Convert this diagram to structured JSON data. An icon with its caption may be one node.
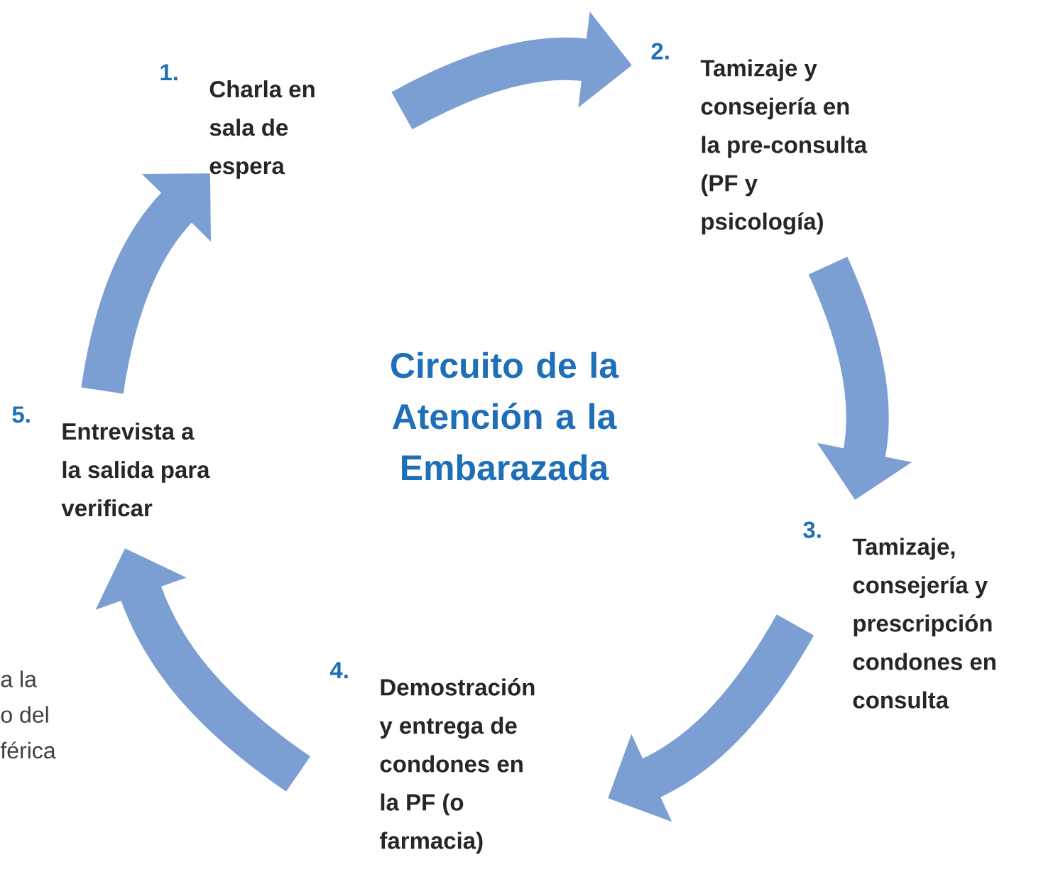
{
  "diagram": {
    "title": "Circuito de la Atención a la Embarazada",
    "nodes": [
      {
        "text": [
          "1.",
          "Charla en sala de espera"
        ]
      },
      {
        "text": [
          "2.",
          "Tamizaje y consejería en la pre-consulta (PF y psicología)"
        ]
      },
      {
        "text": [
          "3.",
          "Tamizaje, consejería y prescripción condones en consulta"
        ]
      },
      {
        "text": [
          "4.",
          "Demostración y entrega de condones en la PF (o farmacia)"
        ]
      },
      {
        "text": [
          "5.",
          "Entrevista a la salida para verificar"
        ]
      }
    ],
    "edges": [
      {
        "from": 0,
        "to": 1,
        "arrow": "to"
      },
      {
        "from": 1,
        "to": 2,
        "arrow": "to"
      },
      {
        "from": 2,
        "to": 3,
        "arrow": "to"
      },
      {
        "from": 3,
        "to": 4,
        "arrow": "to"
      },
      {
        "from": 4,
        "to": 0,
        "arrow": "to"
      }
    ],
    "labels": [
      "a la",
      "o del",
      "férica"
    ]
  }
}
